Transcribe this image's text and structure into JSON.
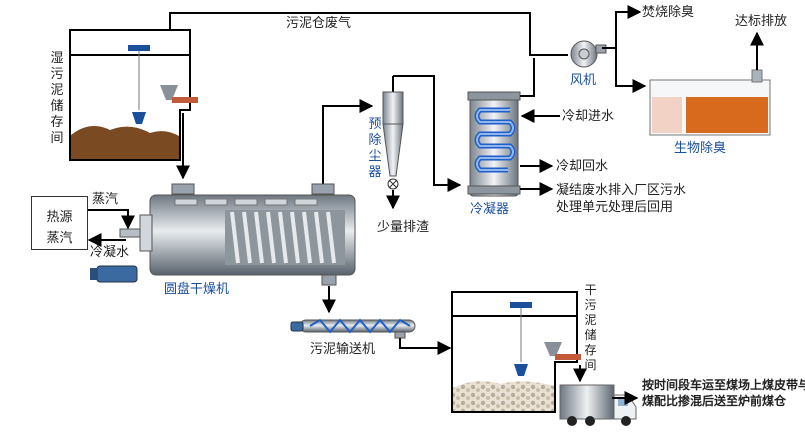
{
  "labels": {
    "wet_storage": "湿污泥储存间",
    "sludge_gas": "污泥仓废气",
    "incineration": "焚烧除臭",
    "discharge": "达标排放",
    "fan": "风机",
    "bio_deodor": "生物除臭",
    "cooling_in": "冷却进水",
    "cooling_back": "冷却回水",
    "condensate_1": "凝结废水排入厂区污水",
    "condensate_2": "处理单元处理后回用",
    "condenser": "冷凝器",
    "pre_dust": "预除尘器",
    "slag": "少量排渣",
    "heat_source_1": "热源",
    "heat_source_2": "蒸汽",
    "steam": "蒸汽",
    "condensed_water": "冷凝水",
    "dryer": "圆盘干燥机",
    "conveyor": "污泥输送机",
    "dry_storage": "干污泥储存间",
    "truck_note_1": "按时间段车运至煤场上煤皮带与",
    "truck_note_2": "煤配比掺混后送至炉前煤仓"
  },
  "colors": {
    "accent_blue": "#1a4f9c",
    "sludge_brown": "#7a4a22",
    "bio_orange": "#d86a1e",
    "steel": "#9aa3ad"
  }
}
